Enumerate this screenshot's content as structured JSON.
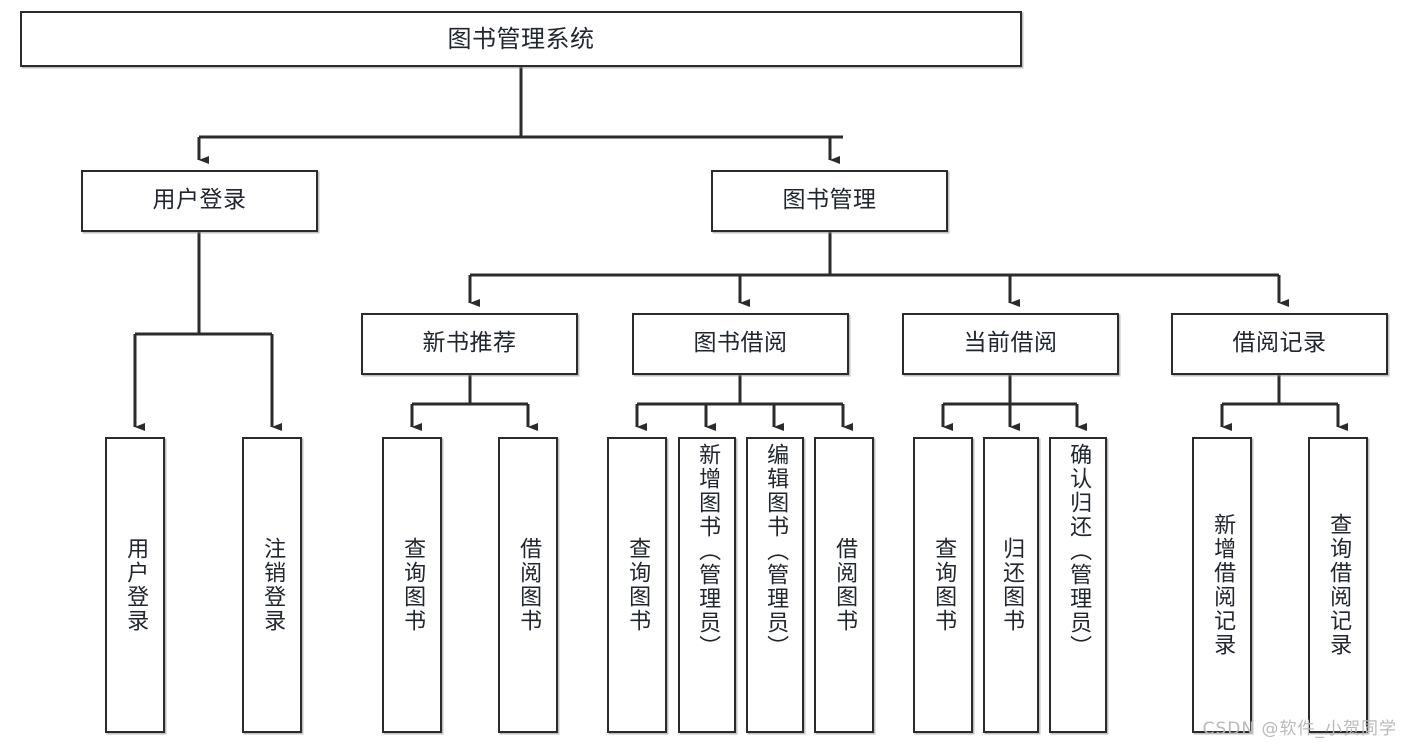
{
  "diagram": {
    "title": "图书管理系统",
    "type": "tree-hierarchy",
    "watermark": "CSDN @软件_小贺同学",
    "colors": {
      "box_border": "#2b2b2b",
      "box_fill": "#ffffff",
      "text": "#20262e",
      "connector": "#2b2b2b",
      "watermark": "#b9b9b9",
      "background": "#ffffff"
    },
    "levels": {
      "level1": [
        {
          "id": "root",
          "label": "图书管理系统"
        }
      ],
      "level2": [
        {
          "id": "user-login",
          "label": "用户登录"
        },
        {
          "id": "book-management",
          "label": "图书管理"
        }
      ],
      "level3": [
        {
          "id": "new-book-recommend",
          "label": "新书推荐"
        },
        {
          "id": "book-borrow",
          "label": "图书借阅"
        },
        {
          "id": "current-borrow",
          "label": "当前借阅"
        },
        {
          "id": "borrow-record",
          "label": "借阅记录"
        }
      ],
      "level4": [
        {
          "id": "leaf-user-login",
          "label": "用户登录",
          "parent": "user-login"
        },
        {
          "id": "leaf-user-logout",
          "label": "注销登录",
          "parent": "user-login"
        },
        {
          "id": "leaf-query-book-1",
          "label": "查询图书",
          "parent": "new-book-recommend"
        },
        {
          "id": "leaf-borrow-book-1",
          "label": "借阅图书",
          "parent": "new-book-recommend"
        },
        {
          "id": "leaf-query-book-2",
          "label": "查询图书",
          "parent": "book-borrow"
        },
        {
          "id": "leaf-add-book",
          "label": "新增图书（管理员）",
          "parent": "book-borrow"
        },
        {
          "id": "leaf-edit-book",
          "label": "编辑图书（管理员）",
          "parent": "book-borrow"
        },
        {
          "id": "leaf-borrow-book-2",
          "label": "借阅图书",
          "parent": "book-borrow"
        },
        {
          "id": "leaf-query-book-3",
          "label": "查询图书",
          "parent": "current-borrow"
        },
        {
          "id": "leaf-return-book",
          "label": "归还图书",
          "parent": "current-borrow"
        },
        {
          "id": "leaf-confirm-return",
          "label": "确认归还（管理员）",
          "parent": "current-borrow"
        },
        {
          "id": "leaf-add-record",
          "label": "新增借阅记录",
          "parent": "borrow-record"
        },
        {
          "id": "leaf-query-record",
          "label": "查询借阅记录",
          "parent": "borrow-record"
        }
      ]
    }
  }
}
